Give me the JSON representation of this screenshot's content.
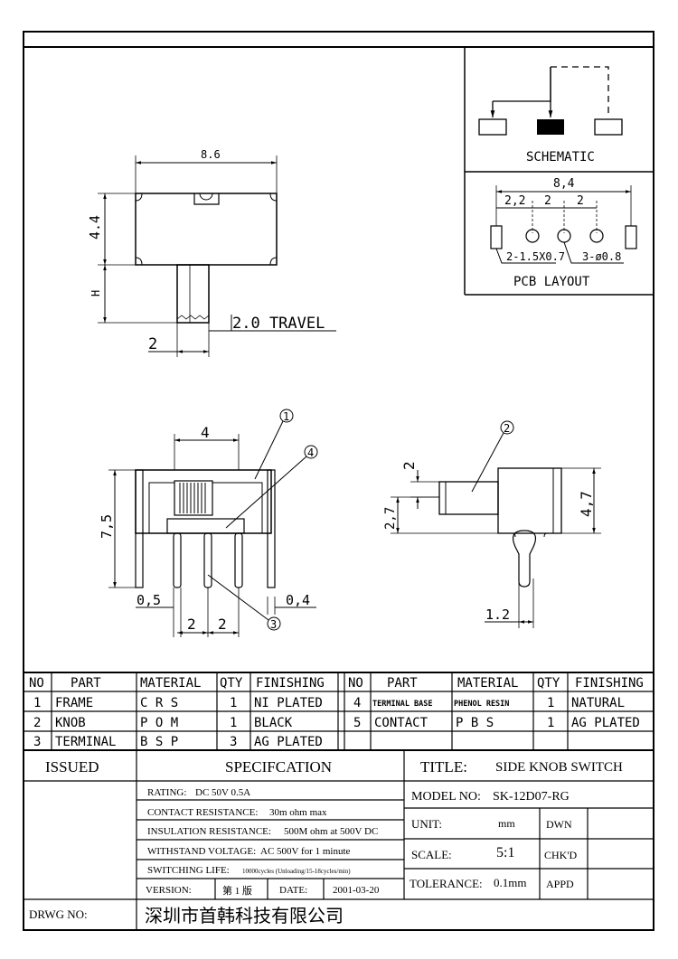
{
  "drawing": {
    "top_view": {
      "width_dim": "8.6",
      "height_dim": "4.4",
      "h_label": "H",
      "travel_label": "2.0 TRAVEL",
      "pitch_dim": "2"
    },
    "schematic": {
      "label": "SCHEMATIC"
    },
    "pcb_layout": {
      "label": "PCB LAYOUT",
      "overall_dim": "8,4",
      "dim_a": "2,2",
      "dim_b": "2",
      "dim_c": "2",
      "slot_note": "2-1.5X0.7",
      "hole_note": "3-ø0.8"
    },
    "front_view": {
      "dim_top": "4",
      "dim_height": "7,5",
      "dim_pin": "0,5",
      "dim_pitch1": "2",
      "dim_pitch2": "2",
      "dim_tab": "0,4",
      "callout_1": "1",
      "callout_3": "3",
      "callout_4": "4"
    },
    "side_view": {
      "dim_knob": "2",
      "dim_left": "2,7",
      "dim_right": "4,7",
      "dim_bottom": "1.2",
      "callout_2": "2"
    }
  },
  "bom": {
    "headers": [
      "NO",
      "PART",
      "MATERIAL",
      "QTY",
      "FINISHING"
    ],
    "left_rows": [
      {
        "no": "1",
        "part": "FRAME",
        "material": "C R S",
        "qty": "1",
        "finishing": "NI PLATED"
      },
      {
        "no": "2",
        "part": "KNOB",
        "material": "P O M",
        "qty": "1",
        "finishing": "BLACK"
      },
      {
        "no": "3",
        "part": "TERMINAL",
        "material": "B S P",
        "qty": "3",
        "finishing": "AG PLATED"
      }
    ],
    "right_rows": [
      {
        "no": "4",
        "part": "TERMINAL BASE",
        "material": "PHENOL RESIN",
        "qty": "1",
        "finishing": "NATURAL"
      },
      {
        "no": "5",
        "part": "CONTACT",
        "material": "P B S",
        "qty": "1",
        "finishing": "AG PLATED"
      }
    ]
  },
  "title_block": {
    "issued_label": "ISSUED",
    "spec_header": "SPECIFCATION",
    "title_label": "TITLE:",
    "title_value": "SIDE KNOB SWITCH",
    "specs": [
      {
        "label": "RATING:",
        "value": "DC 50V 0.5A"
      },
      {
        "label": "CONTACT RESISTANCE:",
        "value": "30m ohm max"
      },
      {
        "label": "INSULATION RESISTANCE:",
        "value": "500M ohm at 500V DC"
      },
      {
        "label": "WITHSTAND VOLTAGE:",
        "value": "AC 500V for 1 minute"
      },
      {
        "label": "SWITCHING LIFE:",
        "value": "10000cycles (Unloading/15-18cycles/min)"
      }
    ],
    "version_label": "VERSION:",
    "version_value": "第 1 版",
    "date_label": "DATE:",
    "date_value": "2001-03-20",
    "model_label": "MODEL NO:",
    "model_value": "SK-12D07-RG",
    "unit_label": "UNIT:",
    "unit_value": "mm",
    "scale_label": "SCALE:",
    "scale_value": "5:1",
    "tolerance_label": "TOLERANCE:",
    "tolerance_value": "0.1mm",
    "dwn_label": "DWN",
    "chkd_label": "CHK'D",
    "appd_label": "APPD",
    "drwg_label": "DRWG NO:",
    "company": "深圳市首韩科技有限公司"
  }
}
